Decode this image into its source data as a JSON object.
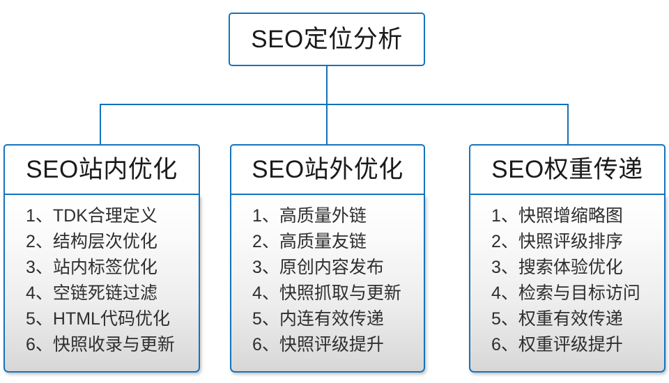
{
  "diagram": {
    "root": {
      "title": "SEO定位分析"
    },
    "branches": [
      {
        "title": "SEO站内优化",
        "items": [
          "1、TDK合理定义",
          "2、结构层次优化",
          "3、站内标签优化",
          "4、空链死链过滤",
          "5、HTML代码优化",
          "6、快照收录与更新"
        ]
      },
      {
        "title": "SEO站外优化",
        "items": [
          "1、高质量外链",
          "2、高质量友链",
          "3、原创内容发布",
          "4、快照抓取与更新",
          "5、内连有效传递",
          "6、快照评级提升"
        ]
      },
      {
        "title": "SEO权重传递",
        "items": [
          "1、快照增缩略图",
          "2、快照评级排序",
          "3、搜索体验优化",
          "4、检索与目标访问",
          "5、权重有效传递",
          "6、权重评级提升"
        ]
      }
    ],
    "colors": {
      "border": "#1473bc",
      "connector": "#1171ba",
      "text": "#1a1a1a",
      "list_text": "#2e2e2e",
      "panel_top": "#ffffff",
      "panel_bottom": "#d6d6d6"
    }
  }
}
